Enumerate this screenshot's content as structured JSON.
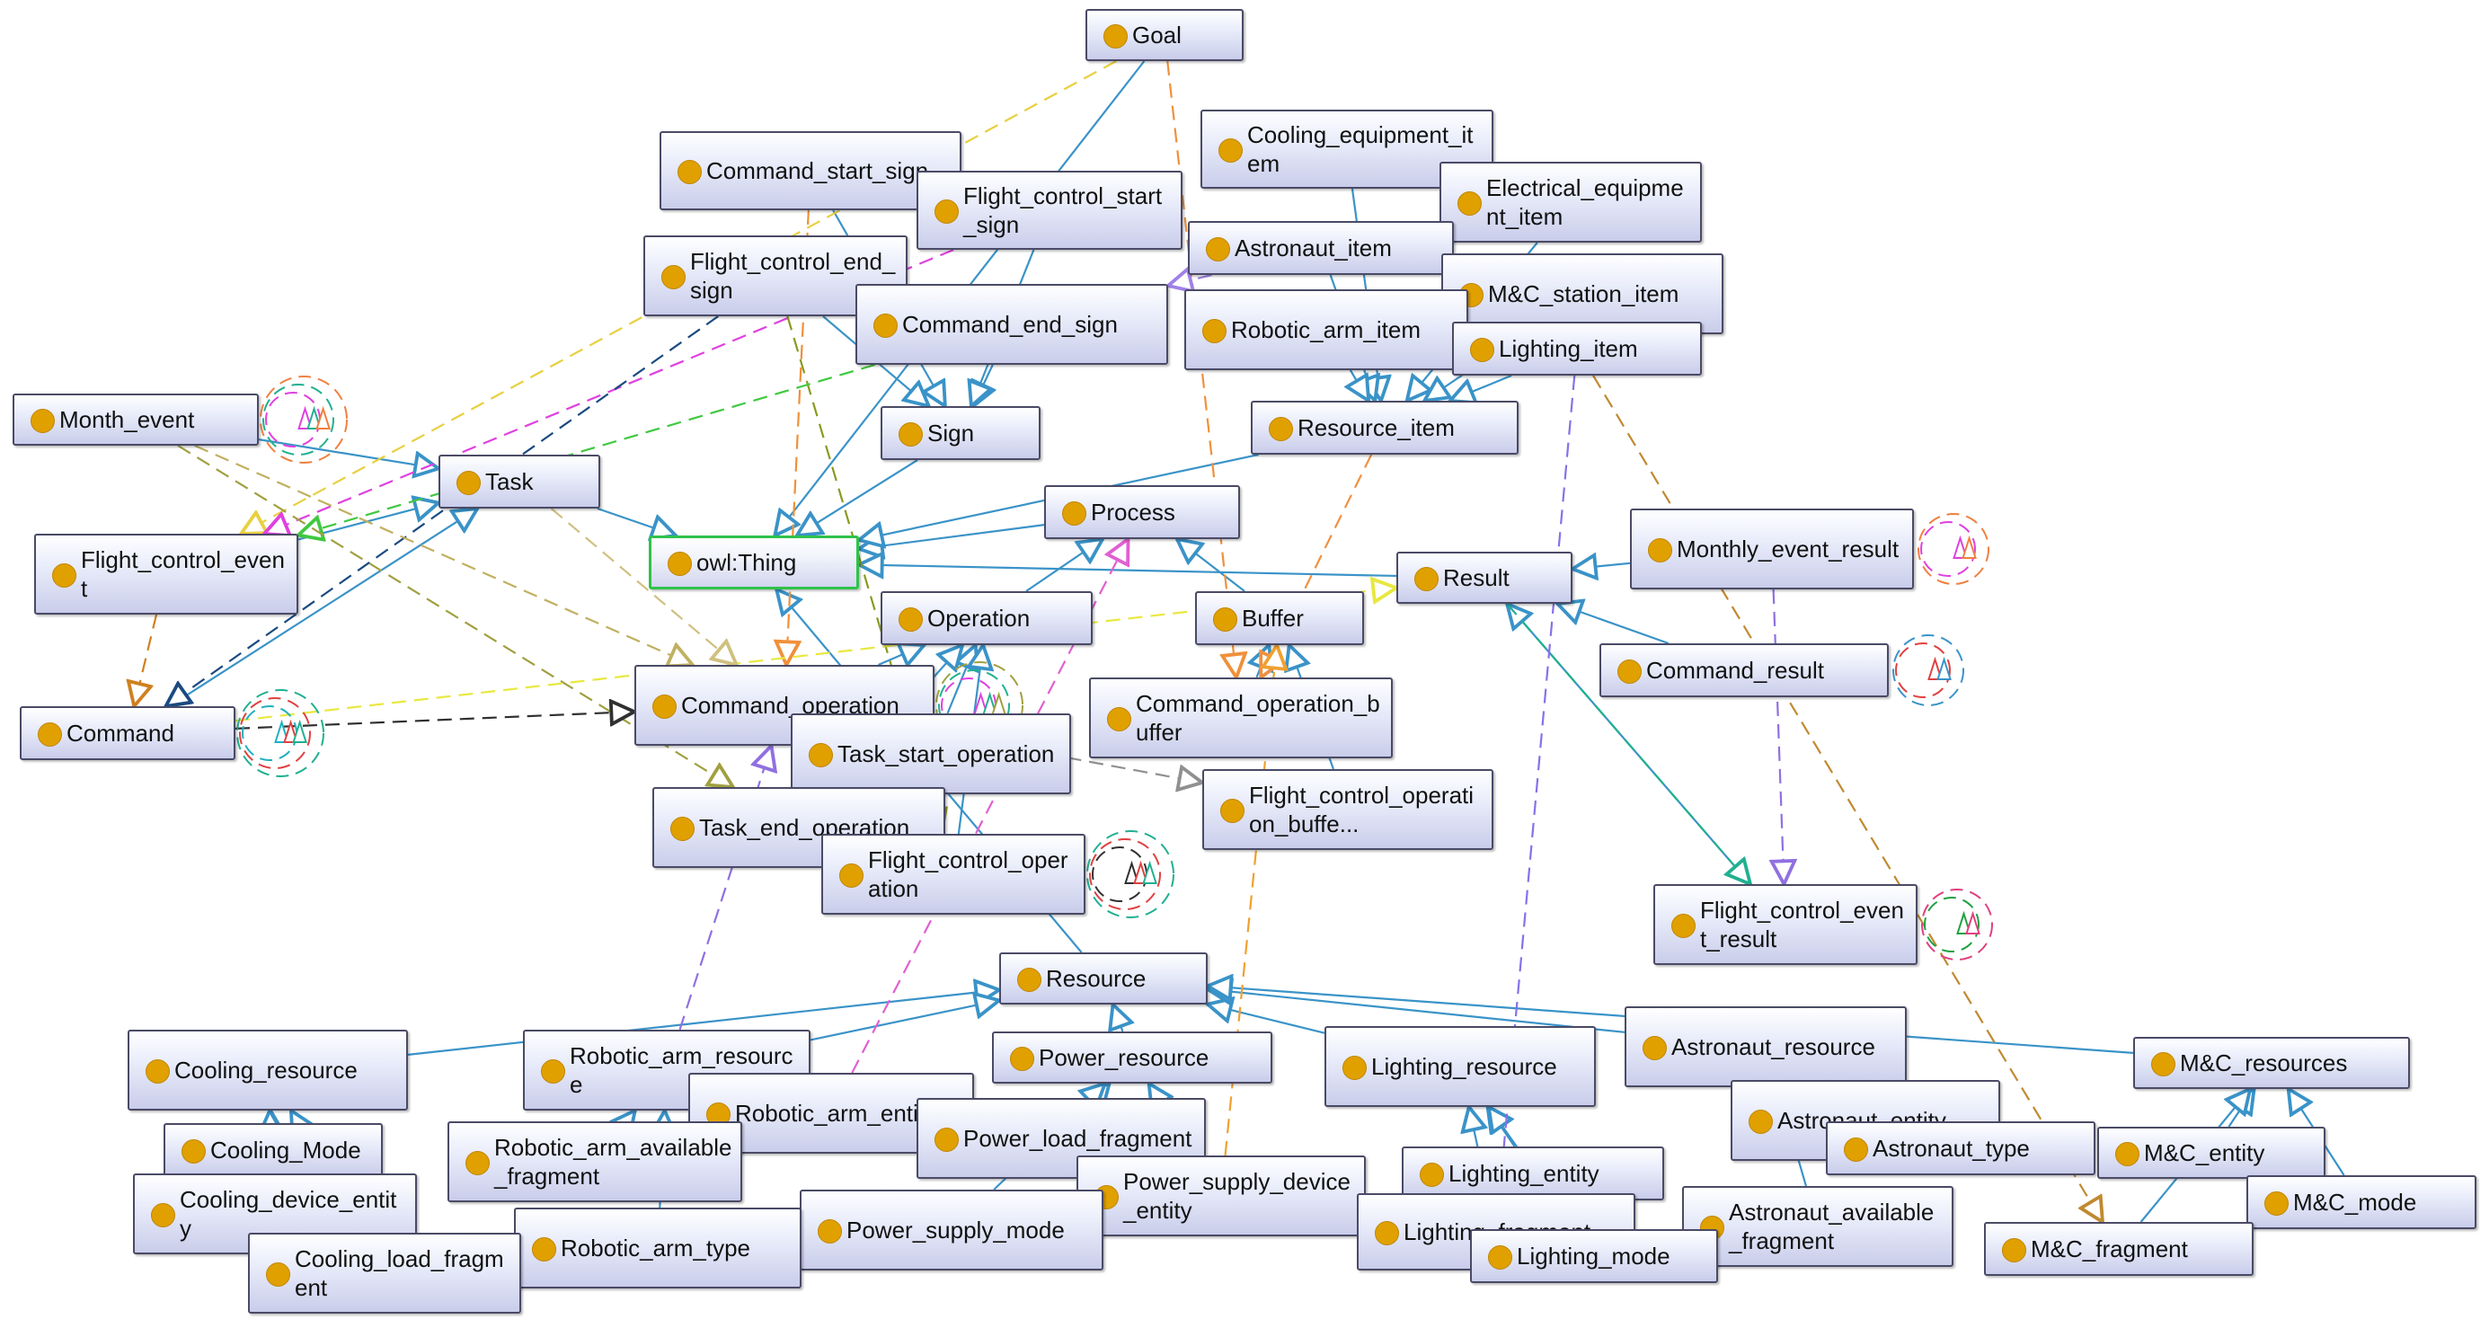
{
  "colors": {
    "node_dot": "#e0a000",
    "node_border": "#4a4a66",
    "root_border": "#2fc24a",
    "subclass_edge": "#3a93c8"
  },
  "nodes": [
    {
      "id": "goal",
      "label": "Goal"
    },
    {
      "id": "command_start_sign",
      "label": "Command_start_sign"
    },
    {
      "id": "cooling_equipment_item",
      "label": "Cooling_equipment_item"
    },
    {
      "id": "flight_control_start_sign",
      "label": "Flight_control_start_sign"
    },
    {
      "id": "electrical_equipment_item",
      "label": "Electrical_equipment_item"
    },
    {
      "id": "astronaut_item",
      "label": "Astronaut_item"
    },
    {
      "id": "flight_control_end_sign",
      "label": "Flight_control_end_sign"
    },
    {
      "id": "mc_station_item",
      "label": "M&C_station_item"
    },
    {
      "id": "command_end_sign",
      "label": "Command_end_sign"
    },
    {
      "id": "robotic_arm_item",
      "label": "Robotic_arm_item"
    },
    {
      "id": "lighting_item",
      "label": "Lighting_item"
    },
    {
      "id": "month_event",
      "label": "Month_event"
    },
    {
      "id": "sign",
      "label": "Sign"
    },
    {
      "id": "resource_item",
      "label": "Resource_item"
    },
    {
      "id": "task",
      "label": "Task"
    },
    {
      "id": "process",
      "label": "Process"
    },
    {
      "id": "flight_control_event",
      "label": "Flight_control_event"
    },
    {
      "id": "owl_thing",
      "label": "owl:Thing"
    },
    {
      "id": "monthly_event_result",
      "label": "Monthly_event_result"
    },
    {
      "id": "result",
      "label": "Result"
    },
    {
      "id": "operation",
      "label": "Operation"
    },
    {
      "id": "buffer",
      "label": "Buffer"
    },
    {
      "id": "command_result",
      "label": "Command_result"
    },
    {
      "id": "command_operation",
      "label": "Command_operation"
    },
    {
      "id": "command_operation_buffer",
      "label": "Command_operation_buffer"
    },
    {
      "id": "command",
      "label": "Command"
    },
    {
      "id": "task_start_operation",
      "label": "Task_start_operation"
    },
    {
      "id": "flight_control_operation_buffer",
      "label": "Flight_control_operation_buffe..."
    },
    {
      "id": "task_end_operation",
      "label": "Task_end_operation"
    },
    {
      "id": "flight_control_operation",
      "label": "Flight_control_operation"
    },
    {
      "id": "flight_control_event_result",
      "label": "Flight_control_event_result"
    },
    {
      "id": "resource",
      "label": "Resource"
    },
    {
      "id": "cooling_resource",
      "label": "Cooling_resource"
    },
    {
      "id": "robotic_arm_resource",
      "label": "Robotic_arm_resource"
    },
    {
      "id": "power_resource",
      "label": "Power_resource"
    },
    {
      "id": "lighting_resource",
      "label": "Lighting_resource"
    },
    {
      "id": "astronaut_resource",
      "label": "Astronaut_resource"
    },
    {
      "id": "mc_resources",
      "label": "M&C_resources"
    },
    {
      "id": "robotic_arm_entity",
      "label": "Robotic_arm_entity"
    },
    {
      "id": "astronaut_entity",
      "label": "Astronaut_entity"
    },
    {
      "id": "cooling_mode",
      "label": "Cooling_Mode"
    },
    {
      "id": "robotic_arm_available_fragment",
      "label": "Robotic_arm_available_fragment"
    },
    {
      "id": "power_load_fragment",
      "label": "Power_load_fragment"
    },
    {
      "id": "astronaut_type",
      "label": "Astronaut_type"
    },
    {
      "id": "mc_entity",
      "label": "M&C_entity"
    },
    {
      "id": "lighting_entity",
      "label": "Lighting_entity"
    },
    {
      "id": "power_supply_device_entity",
      "label": "Power_supply_device_entity"
    },
    {
      "id": "cooling_device_entity",
      "label": "Cooling_device_entity"
    },
    {
      "id": "mc_mode",
      "label": "M&C_mode"
    },
    {
      "id": "power_supply_mode",
      "label": "Power_supply_mode"
    },
    {
      "id": "lighting_fragment",
      "label": "Lighting_fragment"
    },
    {
      "id": "astronaut_available_fragment",
      "label": "Astronaut_available_fragment"
    },
    {
      "id": "robotic_arm_type",
      "label": "Robotic_arm_type"
    },
    {
      "id": "cooling_load_fragment",
      "label": "Cooling_load_fragment"
    },
    {
      "id": "lighting_mode",
      "label": "Lighting_mode"
    },
    {
      "id": "mc_fragment",
      "label": "M&C_fragment"
    }
  ],
  "subclass_edges": [
    [
      "goal",
      "owl_thing"
    ],
    [
      "task",
      "owl_thing"
    ],
    [
      "process",
      "owl_thing"
    ],
    [
      "sign",
      "owl_thing"
    ],
    [
      "resource_item",
      "owl_thing"
    ],
    [
      "result",
      "owl_thing"
    ],
    [
      "resource",
      "owl_thing"
    ],
    [
      "command_start_sign",
      "sign"
    ],
    [
      "command_end_sign",
      "sign"
    ],
    [
      "flight_control_start_sign",
      "sign"
    ],
    [
      "flight_control_end_sign",
      "sign"
    ],
    [
      "operation",
      "process"
    ],
    [
      "buffer",
      "process"
    ],
    [
      "command_operation",
      "operation"
    ],
    [
      "task_start_operation",
      "operation"
    ],
    [
      "task_end_operation",
      "operation"
    ],
    [
      "flight_control_operation",
      "operation"
    ],
    [
      "command_operation_buffer",
      "buffer"
    ],
    [
      "flight_control_operation_buffer",
      "buffer"
    ],
    [
      "command",
      "task"
    ],
    [
      "month_event",
      "task"
    ],
    [
      "flight_control_event",
      "task"
    ],
    [
      "monthly_event_result",
      "result"
    ],
    [
      "command_result",
      "result"
    ],
    [
      "flight_control_event_result",
      "result"
    ],
    [
      "cooling_equipment_item",
      "resource_item"
    ],
    [
      "electrical_equipment_item",
      "resource_item"
    ],
    [
      "astronaut_item",
      "resource_item"
    ],
    [
      "mc_station_item",
      "resource_item"
    ],
    [
      "robotic_arm_item",
      "resource_item"
    ],
    [
      "lighting_item",
      "resource_item"
    ],
    [
      "cooling_resource",
      "resource"
    ],
    [
      "robotic_arm_resource",
      "resource"
    ],
    [
      "power_resource",
      "resource"
    ],
    [
      "lighting_resource",
      "resource"
    ],
    [
      "astronaut_resource",
      "resource"
    ],
    [
      "mc_resources",
      "resource"
    ],
    [
      "cooling_mode",
      "cooling_resource"
    ],
    [
      "cooling_device_entity",
      "cooling_resource"
    ],
    [
      "cooling_load_fragment",
      "cooling_resource"
    ],
    [
      "robotic_arm_entity",
      "robotic_arm_resource"
    ],
    [
      "robotic_arm_available_fragment",
      "robotic_arm_resource"
    ],
    [
      "robotic_arm_type",
      "robotic_arm_resource"
    ],
    [
      "power_load_fragment",
      "power_resource"
    ],
    [
      "power_supply_device_entity",
      "power_resource"
    ],
    [
      "power_supply_mode",
      "power_resource"
    ],
    [
      "lighting_entity",
      "lighting_resource"
    ],
    [
      "lighting_fragment",
      "lighting_resource"
    ],
    [
      "lighting_mode",
      "lighting_resource"
    ],
    [
      "astronaut_entity",
      "astronaut_resource"
    ],
    [
      "astronaut_type",
      "astronaut_resource"
    ],
    [
      "astronaut_available_fragment",
      "astronaut_resource"
    ],
    [
      "mc_entity",
      "mc_resources"
    ],
    [
      "mc_mode",
      "mc_resources"
    ],
    [
      "mc_fragment",
      "mc_resources"
    ]
  ],
  "property_edges": [
    {
      "from": "goal",
      "to": "command_operation_buffer",
      "color": "#f0903a"
    },
    {
      "from": "goal",
      "to": "flight_control_event",
      "color": "#e8d040"
    },
    {
      "from": "command_start_sign",
      "to": "command_operation",
      "color": "#f0903a"
    },
    {
      "from": "flight_control_start_sign",
      "to": "flight_control_event",
      "color": "#e040e0"
    },
    {
      "from": "flight_control_end_sign",
      "to": "command",
      "color": "#1a4a80"
    },
    {
      "from": "flight_control_end_sign",
      "to": "flight_control_operation",
      "color": "#8a9a20"
    },
    {
      "from": "command_end_sign",
      "to": "flight_control_event",
      "color": "#40c840"
    },
    {
      "from": "month_event",
      "to": "task_end_operation",
      "color": "#a0a040"
    },
    {
      "from": "month_event",
      "to": "command_operation",
      "color": "#c0b060"
    },
    {
      "from": "flight_control_event",
      "to": "command",
      "color": "#d08020"
    },
    {
      "from": "command",
      "to": "command_operation",
      "color": "#303030"
    },
    {
      "from": "command",
      "to": "result",
      "color": "#e8e840"
    },
    {
      "from": "lighting_item",
      "to": "lighting_fragment",
      "color": "#8870e8"
    },
    {
      "from": "lighting_item",
      "to": "mc_fragment",
      "color": "#c08a30"
    },
    {
      "from": "resource_item",
      "to": "command_operation_buffer",
      "color": "#f09040"
    },
    {
      "from": "result",
      "to": "flight_control_event_result",
      "color": "#20b090"
    },
    {
      "from": "monthly_event_result",
      "to": "flight_control_event_result",
      "color": "#9070e0"
    },
    {
      "from": "robotic_arm_resource",
      "to": "command_operation",
      "color": "#9070e0"
    },
    {
      "from": "power_supply_device_entity",
      "to": "buffer",
      "color": "#f0a030"
    },
    {
      "from": "robotic_arm_entity",
      "to": "process",
      "color": "#e060d0"
    },
    {
      "from": "astronaut_item",
      "to": "command_end_sign",
      "color": "#a080e8"
    },
    {
      "from": "command_operation",
      "to": "flight_control_operation_buffer",
      "color": "#909090"
    },
    {
      "from": "task",
      "to": "command_operation",
      "color": "#d0c080"
    }
  ],
  "self_loops": [
    {
      "node": "month_event",
      "colors": [
        "#e040e0",
        "#20b090",
        "#f08040"
      ]
    },
    {
      "node": "command",
      "colors": [
        "#20b0c0",
        "#e04040",
        "#20b090"
      ]
    },
    {
      "node": "flight_control_operation",
      "colors": [
        "#303030",
        "#e04040",
        "#20b090"
      ]
    },
    {
      "node": "command_operation",
      "colors": [
        "#e040e0",
        "#20b090",
        "#a0a040"
      ]
    },
    {
      "node": "monthly_event_result",
      "colors": [
        "#e040e0",
        "#f08040"
      ]
    },
    {
      "node": "command_result",
      "colors": [
        "#e04040",
        "#3a93c8"
      ]
    },
    {
      "node": "flight_control_event_result",
      "colors": [
        "#20a040",
        "#e04080"
      ]
    }
  ]
}
